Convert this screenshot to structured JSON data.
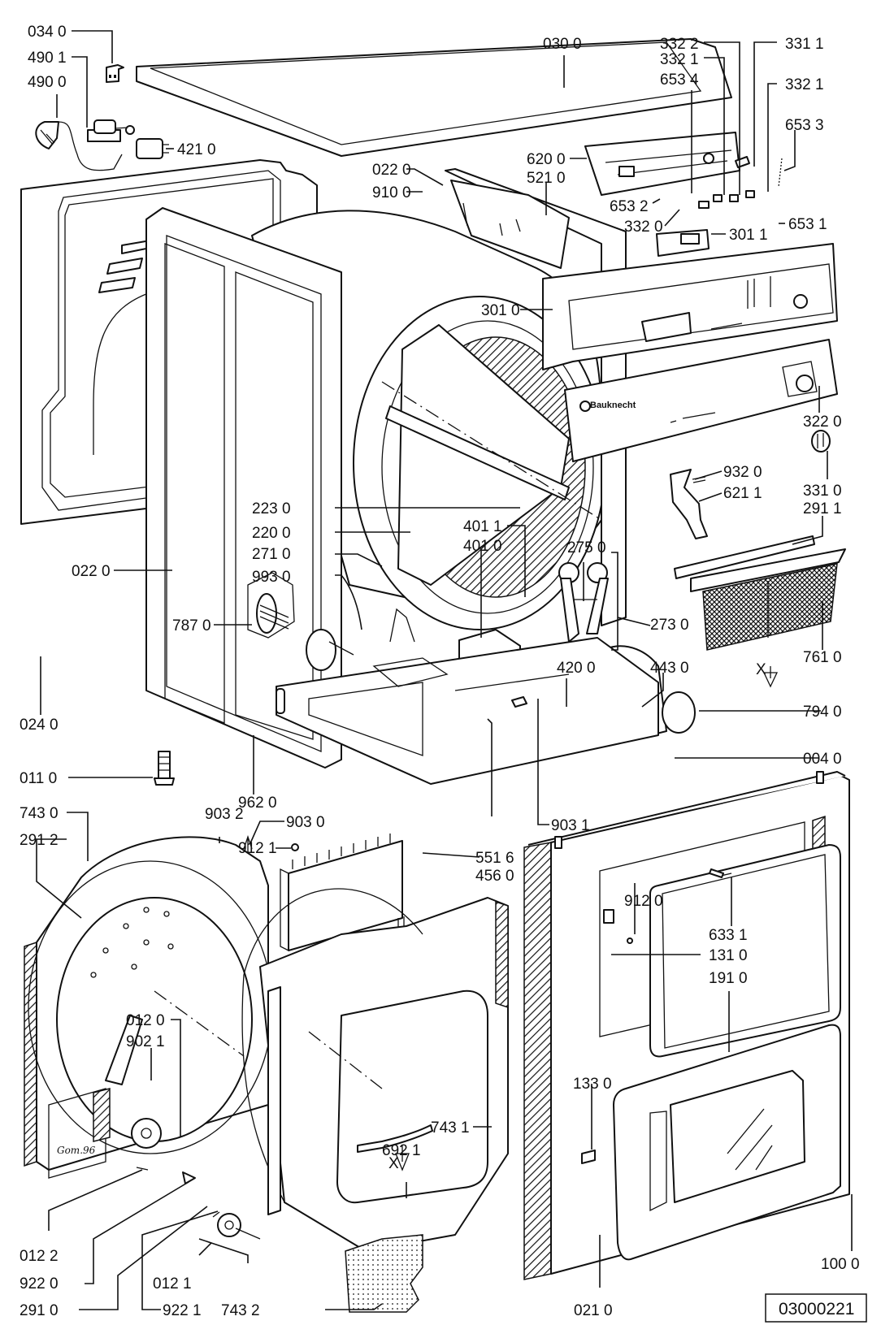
{
  "diagram": {
    "title": "Tumble dryer exploded parts diagram",
    "reference_number": "03000221",
    "brand_mark": "Bauknecht",
    "panel_signature": "Gom.96",
    "airflow_marker": "X",
    "callouts": {
      "c0340": "034 0",
      "c4901": "490 1",
      "c4900": "490 0",
      "c4210": "421 0",
      "c0300": "030 0",
      "c3322": "332 2",
      "c3321a": "332 1",
      "c6534": "653 4",
      "c3311": "331 1",
      "c3321b": "332 1",
      "c6533": "653 3",
      "c6200": "620 0",
      "c5210": "521 0",
      "c0220a": "022 0",
      "c9100": "910 0",
      "c6532": "653 2",
      "c3320": "332 0",
      "c3011": "301 1",
      "c6531": "653 1",
      "c3010": "301 0",
      "c3220": "322 0",
      "c9320": "932 0",
      "c6211": "621 1",
      "c3310": "331 0",
      "c2911": "291 1",
      "c2230": "223 0",
      "c2200": "220 0",
      "c2710": "271 0",
      "c9930": "993 0",
      "c0220b": "022 0",
      "c7870": "787 0",
      "c4011": "401 1",
      "c4010": "401 0",
      "c2750": "275 0",
      "c2730": "273 0",
      "c4200": "420 0",
      "c4430": "443 0",
      "c7610": "761 0",
      "c7940": "794 0",
      "c0240": "024 0",
      "c0040": "004 0",
      "c0110": "011 0",
      "c9620": "962 0",
      "c9031": "903 1",
      "c5516": "551 6",
      "c4560": "456 0",
      "c7430": "743 0",
      "c2912": "291 2",
      "c9032": "903 2",
      "c9030": "903 0",
      "c9121": "912 1",
      "c9120": "912 0",
      "c6331": "633 1",
      "c1310": "131 0",
      "c1910": "191 0",
      "c0120": "012 0",
      "c9021": "902 1",
      "c7431": "743 1",
      "c6921": "692 1",
      "c1330": "133 0",
      "c0122": "012 2",
      "c9220": "922 0",
      "c2910": "291 0",
      "c0121": "012 1",
      "c9221": "922 1",
      "c7432": "743 2",
      "c0210": "021 0",
      "c1000": "100 0"
    }
  }
}
